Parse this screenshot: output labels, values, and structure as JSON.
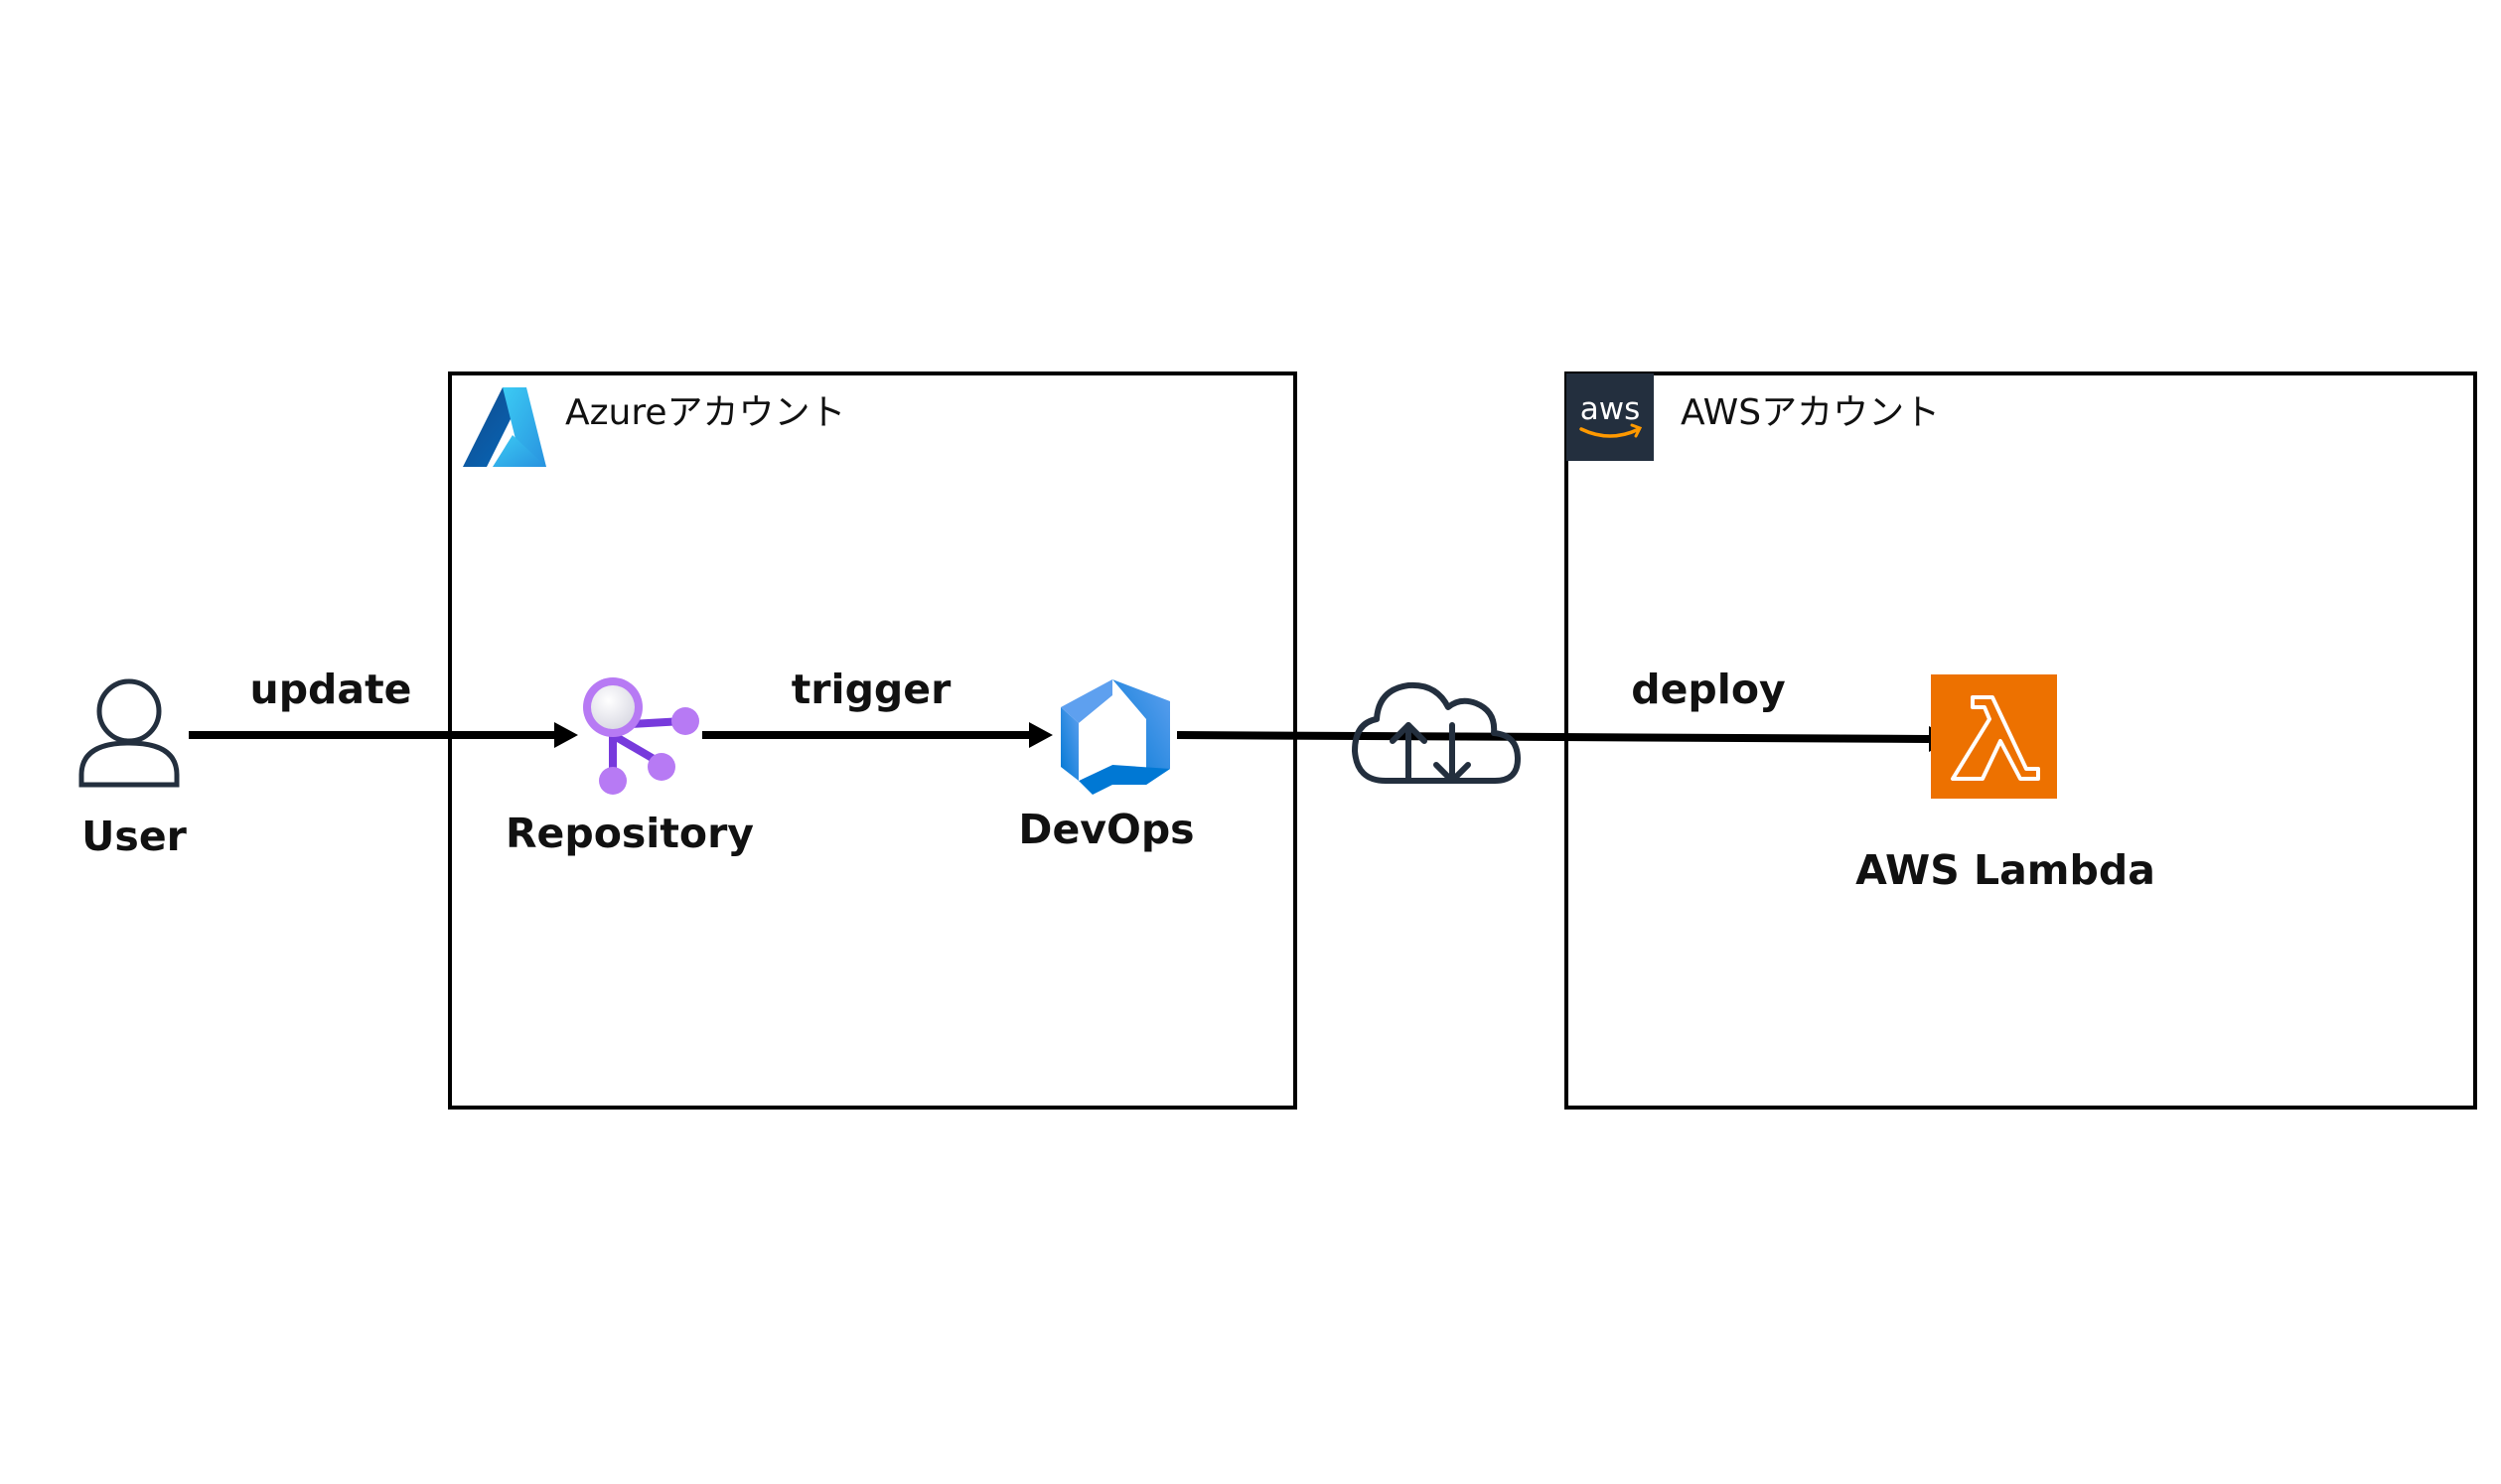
{
  "azure": {
    "label": "Azureアカウント",
    "repository": "Repository",
    "devops": "DevOps"
  },
  "aws": {
    "label": "AWSアカウント",
    "logo_text": "aws",
    "lambda": "AWS Lambda"
  },
  "user": {
    "label": "User"
  },
  "edges": {
    "update": "update",
    "trigger": "trigger",
    "deploy": "deploy"
  },
  "colors": {
    "stroke": "#000000",
    "azure_blue": "#0078d4",
    "repo_purple": "#8661c5",
    "lambda_orange": "#ed7100",
    "aws_dark": "#232f3e",
    "cloud": "#232f3e"
  },
  "icons": {
    "user": "user-icon",
    "azure": "azure-logo-icon",
    "repository": "repository-icon",
    "devops": "devops-icon",
    "cloud": "cloud-transfer-icon",
    "aws": "aws-logo-icon",
    "lambda": "lambda-icon"
  }
}
